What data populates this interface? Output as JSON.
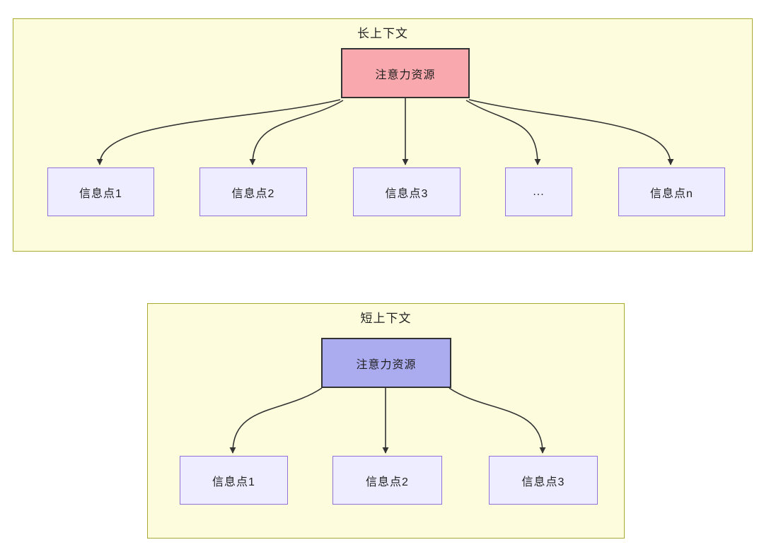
{
  "diagram": {
    "long_context": {
      "title": "长上下文",
      "root_label": "注意力资源",
      "root_fill": "#F9A8AE",
      "nodes": [
        "信息点1",
        "信息点2",
        "信息点3",
        "...",
        "信息点n"
      ]
    },
    "short_context": {
      "title": "短上下文",
      "root_label": "注意力资源",
      "root_fill": "#ABABEF",
      "nodes": [
        "信息点1",
        "信息点2",
        "信息点3"
      ]
    },
    "style": {
      "container_fill": "#FDFDDE",
      "container_border": "#AAAA33",
      "info_node_fill": "#EDEDFF",
      "info_node_border": "#9370DB",
      "root_node_border": "#333333",
      "arrow_color": "#333333",
      "text_color": "#1F1F1F",
      "page_background": "#FFFFFF"
    }
  }
}
